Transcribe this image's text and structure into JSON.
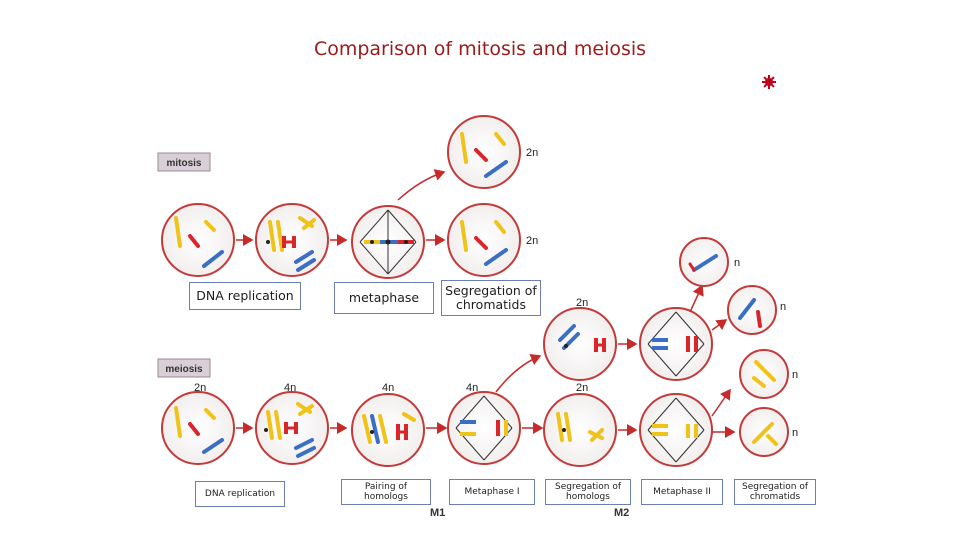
{
  "title": "Comparison of mitosis and meiosis",
  "bullet_color": "#c0001a",
  "rows": {
    "mitosis": "mitosis",
    "meiosis": "meiosis"
  },
  "ploidy": {
    "two_n": "2n",
    "four_n": "4n",
    "n": "n"
  },
  "phases": {
    "m1": "M1",
    "m2": "M2"
  },
  "mitosis_tags": {
    "dna_replication": "DNA replication",
    "metaphase": "metaphase",
    "segregation": "Segregation of chromatids"
  },
  "meiosis_tags": {
    "dna_replication": "DNA replication",
    "pairing": "Pairing of homologs",
    "metaphase_1": "Metaphase I",
    "segregation_homologs": "Segregation of homologs",
    "metaphase_2": "Metaphase II",
    "segregation_chromatids": "Segregation of chromatids"
  },
  "colors": {
    "red": "#d8262b",
    "blue": "#3a6fc4",
    "yellow": "#f0c31a",
    "cell_border": "#c33a3a",
    "arrow": "#c62a2a"
  }
}
